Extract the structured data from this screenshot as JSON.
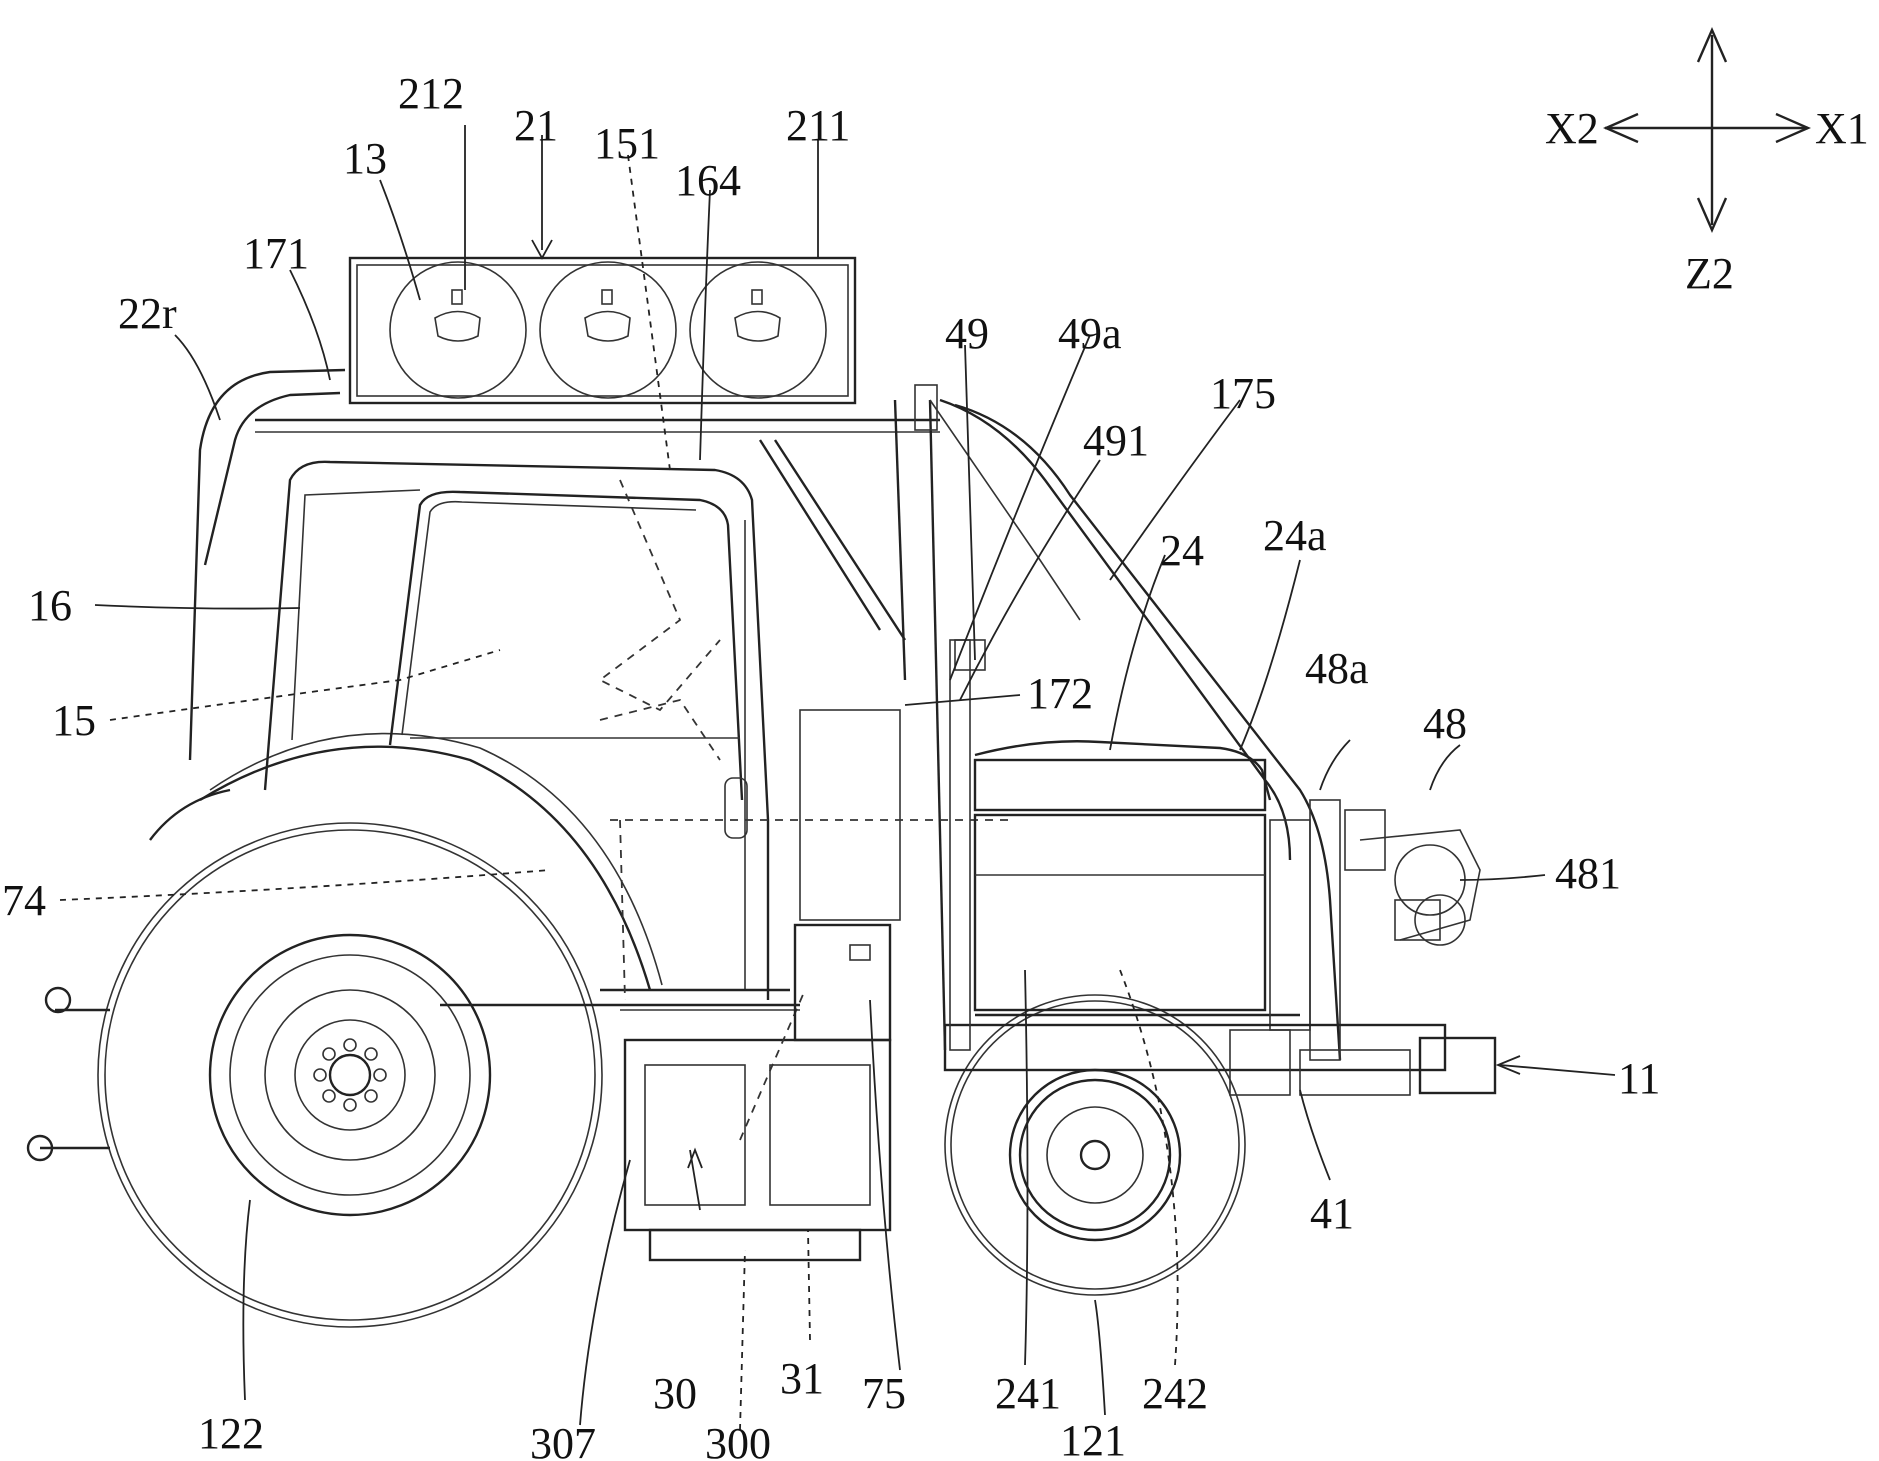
{
  "figure": {
    "compass": {
      "up": "",
      "down": "Z2",
      "left": "X2",
      "right": "X1"
    },
    "labels": [
      {
        "id": "212",
        "text": "212"
      },
      {
        "id": "21",
        "text": "21"
      },
      {
        "id": "151",
        "text": "151"
      },
      {
        "id": "211",
        "text": "211"
      },
      {
        "id": "13",
        "text": "13"
      },
      {
        "id": "164",
        "text": "164"
      },
      {
        "id": "171",
        "text": "171"
      },
      {
        "id": "22r",
        "text": "22r"
      },
      {
        "id": "49",
        "text": "49"
      },
      {
        "id": "49a",
        "text": "49a"
      },
      {
        "id": "175",
        "text": "175"
      },
      {
        "id": "491",
        "text": "491"
      },
      {
        "id": "24a",
        "text": "24a"
      },
      {
        "id": "24",
        "text": "24"
      },
      {
        "id": "16",
        "text": "16"
      },
      {
        "id": "48a",
        "text": "48a"
      },
      {
        "id": "172",
        "text": "172"
      },
      {
        "id": "48",
        "text": "48"
      },
      {
        "id": "15",
        "text": "15"
      },
      {
        "id": "481",
        "text": "481"
      },
      {
        "id": "74",
        "text": "74"
      },
      {
        "id": "11",
        "text": "11"
      },
      {
        "id": "41",
        "text": "41"
      },
      {
        "id": "30",
        "text": "30"
      },
      {
        "id": "31",
        "text": "31"
      },
      {
        "id": "75",
        "text": "75"
      },
      {
        "id": "241",
        "text": "241"
      },
      {
        "id": "242",
        "text": "242"
      },
      {
        "id": "122",
        "text": "122"
      },
      {
        "id": "121",
        "text": "121"
      },
      {
        "id": "307",
        "text": "307"
      },
      {
        "id": "300",
        "text": "300"
      }
    ]
  }
}
